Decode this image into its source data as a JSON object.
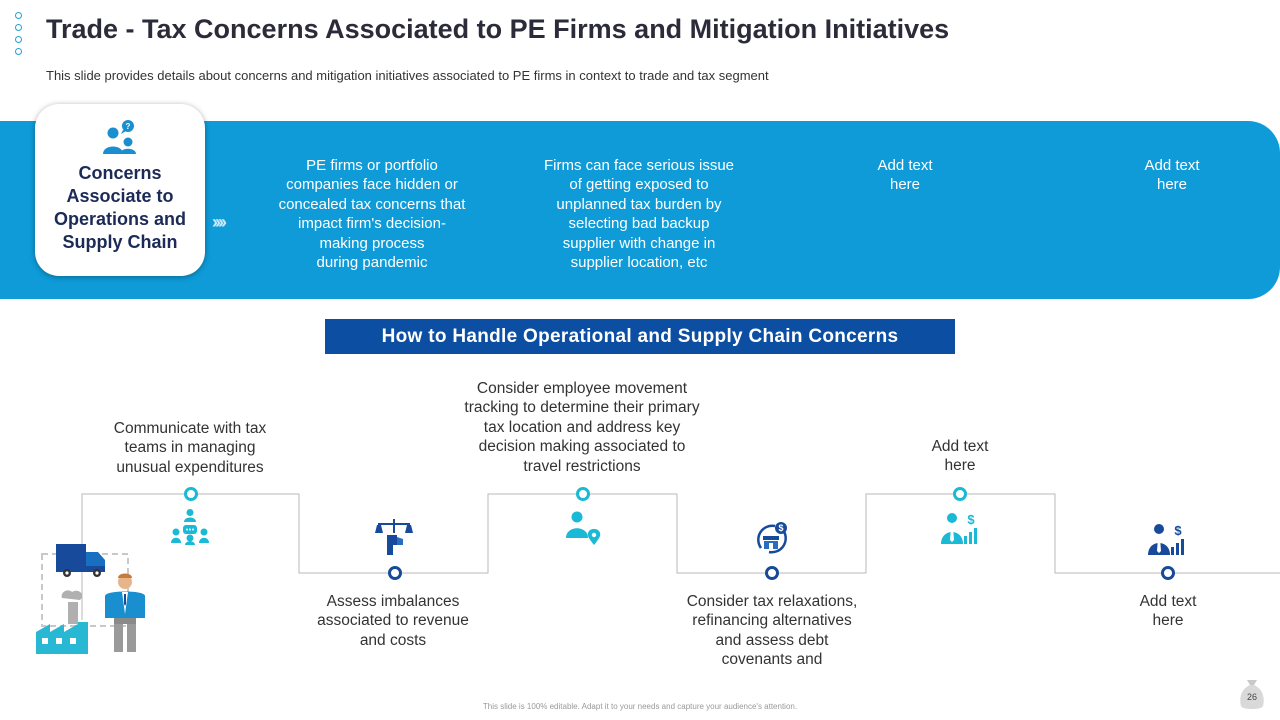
{
  "slide": {
    "title": "Trade - Tax Concerns Associated to PE Firms and Mitigation Initiatives",
    "subtitle": "This slide provides details about concerns and mitigation initiatives associated to PE firms in context to trade and tax segment",
    "footer": "This slide is 100% editable. Adapt it to your needs and capture your audience's attention.",
    "page_number": "26"
  },
  "concerns": {
    "heading_lines": [
      "Concerns",
      "Associate to",
      "Operations and",
      "Supply Chain"
    ],
    "icon": "people-question-icon",
    "columns": [
      {
        "lines": [
          "PE firms or portfolio",
          "companies face hidden or",
          "concealed tax concerns that",
          "impact firm's decision-",
          "making process",
          "during pandemic"
        ]
      },
      {
        "lines": [
          "Firms can face serious issue",
          "of getting exposed to",
          "unplanned  tax burden by",
          "selecting bad backup",
          "supplier with change in",
          "supplier location, etc"
        ]
      },
      {
        "lines": [
          "Add text",
          "here"
        ]
      },
      {
        "lines": [
          "Add text",
          "here"
        ]
      }
    ]
  },
  "handling": {
    "section_title": "How to Handle Operational and Supply Chain Concerns",
    "steps": [
      {
        "lines": [
          "Communicate with tax",
          "teams in managing",
          "unusual  expenditures"
        ],
        "icon": "team-chat-icon"
      },
      {
        "lines": [
          "Assess imbalances",
          "associated to revenue",
          "and costs"
        ],
        "icon": "hand-balance-scale-icon"
      },
      {
        "lines": [
          "Consider employee movement",
          "tracking to determine their primary",
          "tax location and address key",
          "decision making associated to",
          "travel restrictions"
        ],
        "icon": "person-location-icon"
      },
      {
        "lines": [
          "Consider tax relaxations,",
          "refinancing alternatives",
          "and assess debt",
          "covenants  and"
        ],
        "icon": "store-refresh-dollar-icon"
      },
      {
        "lines": [
          "Add text",
          "here"
        ],
        "icon": "businessman-dollar-chart-icon"
      },
      {
        "lines": [
          "Add text",
          "here"
        ],
        "icon": "businessman-dollar-chart-icon"
      }
    ]
  },
  "colors": {
    "banner": "#0e9bd8",
    "section_box": "#0b4ea2",
    "cyan": "#1ab9d5",
    "navy": "#174a9a"
  }
}
